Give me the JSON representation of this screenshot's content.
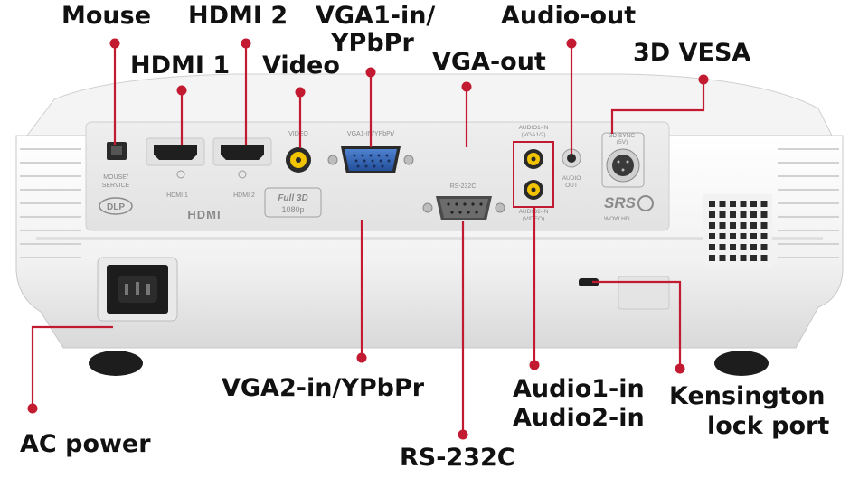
{
  "labels": {
    "mouse": "Mouse",
    "hdmi2": "HDMI 2",
    "vga1_line1": "VGA1-in/",
    "vga1_line2": "YPbPr",
    "audio_out": "Audio-out",
    "hdmi1": "HDMI 1",
    "video": "Video",
    "vga_out": "VGA-out",
    "vesa_3d": "3D VESA",
    "vga2": "VGA2-in/YPbPr",
    "audio12_line1": "Audio1-in",
    "audio12_line2": "Audio2-in",
    "kensington_line1": "Kensington",
    "kensington_line2": "lock port",
    "ac_power": "AC power",
    "rs232c": "RS-232C"
  },
  "panel": {
    "mouse_service_1": "MOUSE/",
    "mouse_service_2": "SERVICE",
    "hdmi1": "HDMI 1",
    "hdmi2": "HDMI 2",
    "video": "VIDEO",
    "vga1": "VGA1-IN/YPbPr/",
    "rs232c": "RS-232C",
    "audio1_in_1": "AUDIO1-IN",
    "audio1_in_2": "(VGA1/2)",
    "audio_in_1": "AUDIO2-IN",
    "audio_in_2": "(VIDEO)",
    "audio_out_1": "AUDIO",
    "audio_out_2": "OUT",
    "vesa": "3D SYNC",
    "vesa_2": "(5V)",
    "dlp": "DLP",
    "hdmi_logo": "HDMI",
    "full3d_1": "Full 3D",
    "full3d_2": "1080p",
    "srs": "SRS",
    "srs_sub": "WOW HD"
  },
  "colors": {
    "leader": "#c21a30",
    "label_text": "#111111",
    "body_white": "#f2f2f2",
    "panel_grey": "#e6e6e6",
    "vga_blue": "#2d5fb0",
    "rca_yellow": "#f2c300"
  }
}
